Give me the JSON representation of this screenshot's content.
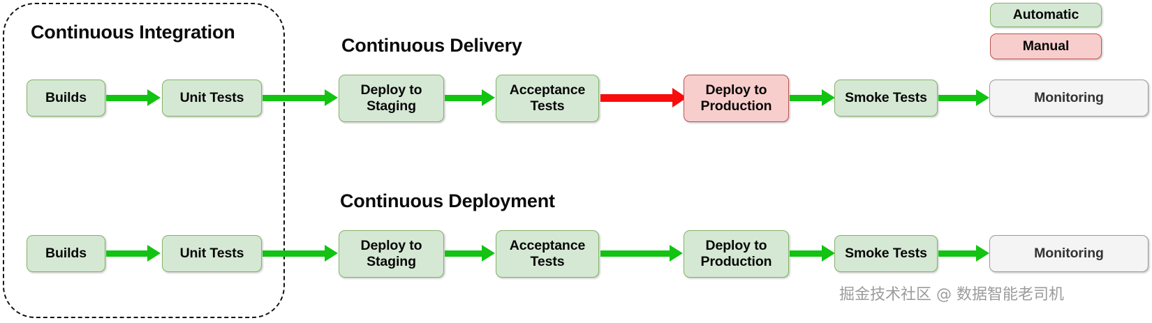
{
  "diagram": {
    "title_ci": "Continuous Integration",
    "title_cdelivery": "Continuous Delivery",
    "title_cdeployment": "Continuous Deployment",
    "watermark": "掘金技术社区 @ 数据智能老司机"
  },
  "legend": {
    "automatic_label": "Automatic",
    "manual_label": "Manual",
    "automatic_color": "#d5e8d4",
    "automatic_border": "#82b366",
    "manual_color": "#f8cecc",
    "manual_border": "#b85450"
  },
  "colors": {
    "arrow_automatic": "#12c312",
    "arrow_manual": "#f70d0d",
    "neutral_fill": "#f4f4f4",
    "neutral_border": "#9a9a9a",
    "container_border": "#111111"
  },
  "delivery_row": {
    "stages": [
      {
        "label": "Builds",
        "type": "automatic"
      },
      {
        "label": "Unit Tests",
        "type": "automatic"
      },
      {
        "label": "Deploy to\nStaging",
        "line1": "Deploy to",
        "line2": "Staging",
        "type": "automatic"
      },
      {
        "label": "Acceptance\nTests",
        "line1": "Acceptance",
        "line2": "Tests",
        "type": "automatic"
      },
      {
        "label": "Deploy to\nProduction",
        "line1": "Deploy to",
        "line2": "Production",
        "type": "manual"
      },
      {
        "label": "Smoke Tests",
        "type": "automatic"
      },
      {
        "label": "Monitoring",
        "type": "neutral"
      }
    ],
    "transitions": [
      "automatic",
      "automatic",
      "automatic",
      "manual-gate",
      "automatic",
      "automatic"
    ]
  },
  "deployment_row": {
    "stages": [
      {
        "label": "Builds",
        "type": "automatic"
      },
      {
        "label": "Unit Tests",
        "type": "automatic"
      },
      {
        "label": "Deploy to\nStaging",
        "line1": "Deploy to",
        "line2": "Staging",
        "type": "automatic"
      },
      {
        "label": "Acceptance\nTests",
        "line1": "Acceptance",
        "line2": "Tests",
        "type": "automatic"
      },
      {
        "label": "Deploy to\nProduction",
        "line1": "Deploy to",
        "line2": "Production",
        "type": "automatic"
      },
      {
        "label": "Smoke Tests",
        "type": "automatic"
      },
      {
        "label": "Monitoring",
        "type": "neutral"
      }
    ],
    "transitions": [
      "automatic",
      "automatic",
      "automatic",
      "automatic",
      "automatic",
      "automatic"
    ]
  }
}
